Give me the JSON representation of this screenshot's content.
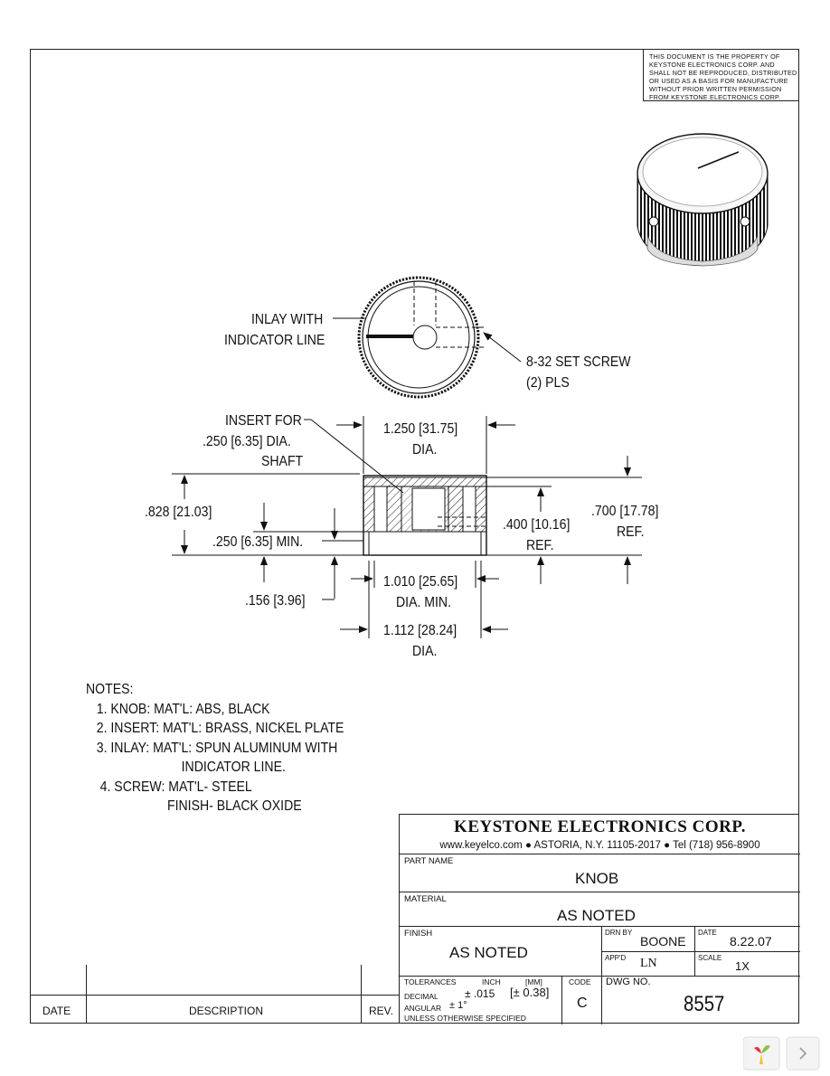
{
  "notice": {
    "lines": [
      "THIS DOCUMENT IS THE PROPERTY OF",
      "KEYSTONE ELECTRONICS CORP. AND",
      "SHALL NOT BE REPRODUCED, DISTRIBUTED",
      "OR USED AS A BASIS FOR MANUFACTURE",
      "WITHOUT PRIOR WRITTEN PERMISSION",
      "FROM KEYSTONE ELECTRONICS CORP."
    ]
  },
  "callouts": {
    "inlay_1": "INLAY WITH",
    "inlay_2": "INDICATOR LINE",
    "setscrew_1": "8-32 SET SCREW",
    "setscrew_2": "(2) PLS",
    "insert_1": "INSERT FOR",
    "insert_2": ".250 [6.35] DIA.",
    "insert_3": "SHAFT"
  },
  "dims": {
    "top_dia_1": "1.250 [31.75]",
    "top_dia_2": "DIA.",
    "height": ".828 [21.03]",
    "min_250": ".250 [6.35] MIN.",
    "ref400_1": ".400 [10.16]",
    "ref400_2": "REF.",
    "ref700_1": ".700 [17.78]",
    "ref700_2": "REF.",
    "d156": ".156 [3.96]",
    "min_dia_1": "1.010 [25.65]",
    "min_dia_2": "DIA. MIN.",
    "bot_dia_1": "1.112 [28.24]",
    "bot_dia_2": "DIA."
  },
  "notes": {
    "title": "NOTES:",
    "lines": [
      "   1. KNOB: MAT'L: ABS, BLACK",
      "   2. INSERT: MAT'L: BRASS, NICKEL PLATE",
      "   3. INLAY: MAT'L: SPUN ALUMINUM WITH",
      "                           INDICATOR LINE.",
      "    4. SCREW: MAT'L- STEEL",
      "                       FINISH- BLACK OXIDE"
    ]
  },
  "title_block": {
    "company": "KEYSTONE ELECTRONICS CORP.",
    "website": "www.keyelco.com",
    "address": "ASTORIA, N.Y. 11105-2017",
    "phone": "Tel (718) 956-8900",
    "part_name_label": "PART NAME",
    "part_name": "KNOB",
    "material_label": "MATERIAL",
    "material": "AS NOTED",
    "finish_label": "FINISH",
    "finish": "AS NOTED",
    "drn_by_label": "DRN BY",
    "drn_by": "BOONE",
    "date_label": "DATE",
    "date": "8.22.07",
    "appd_label": "APP'D",
    "appd": "LN",
    "scale_label": "SCALE",
    "scale": "1X",
    "tolerances_label": "TOLERANCES",
    "inch_label": "INCH",
    "mm_label": "[MM]",
    "decimal_label": "DECIMAL",
    "decimal_inch": "± .015",
    "decimal_mm": "± 0.38",
    "angular_label": "ANGULAR",
    "angular": "± 1°",
    "unless_label": "UNLESS OTHERWISE SPECIFIED",
    "code_label": "CODE",
    "code": "C",
    "dwg_label": "DWG NO.",
    "dwg_no": "8557"
  },
  "revision": {
    "date_label": "DATE",
    "description_label": "DESCRIPTION",
    "rev_label": "REV."
  },
  "icons": [
    "keystone-logo-icon",
    "chevron-right-icon"
  ]
}
